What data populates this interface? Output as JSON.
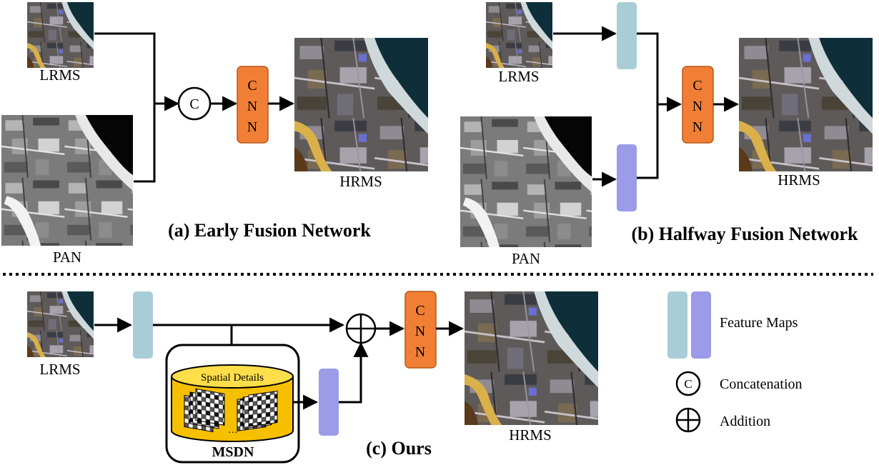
{
  "panels": {
    "early": {
      "caption": "(a) Early Fusion Network",
      "lrms_label": "LRMS",
      "pan_label": "PAN",
      "hrms_label": "HRMS",
      "concat_symbol": "C",
      "cnn_letters": [
        "C",
        "N",
        "N"
      ]
    },
    "halfway": {
      "caption": "(b) Halfway Fusion Network",
      "lrms_label": "LRMS",
      "pan_label": "PAN",
      "hrms_label": "HRMS",
      "cnn_letters": [
        "C",
        "N",
        "N"
      ]
    },
    "ours": {
      "caption": "(c) Ours",
      "lrms_label": "LRMS",
      "hrms_label": "HRMS",
      "msdn_label": "MSDN",
      "spatial_details_label": "Spatial Details",
      "cnn_letters": [
        "C",
        "N",
        "N"
      ]
    }
  },
  "legend": {
    "feature_maps": "Feature Maps",
    "concatenation": "Concatenation",
    "concat_symbol": "C",
    "addition": "Addition"
  },
  "colors": {
    "cnn_fill": "#f07f35",
    "cnn_border": "#b8561a",
    "feature_light": "#a9cdd6",
    "feature_purple": "#9b9be8",
    "cylinder_fill": "#f6c000",
    "cylinder_top": "#ffde4a",
    "arrow": "#000000"
  }
}
